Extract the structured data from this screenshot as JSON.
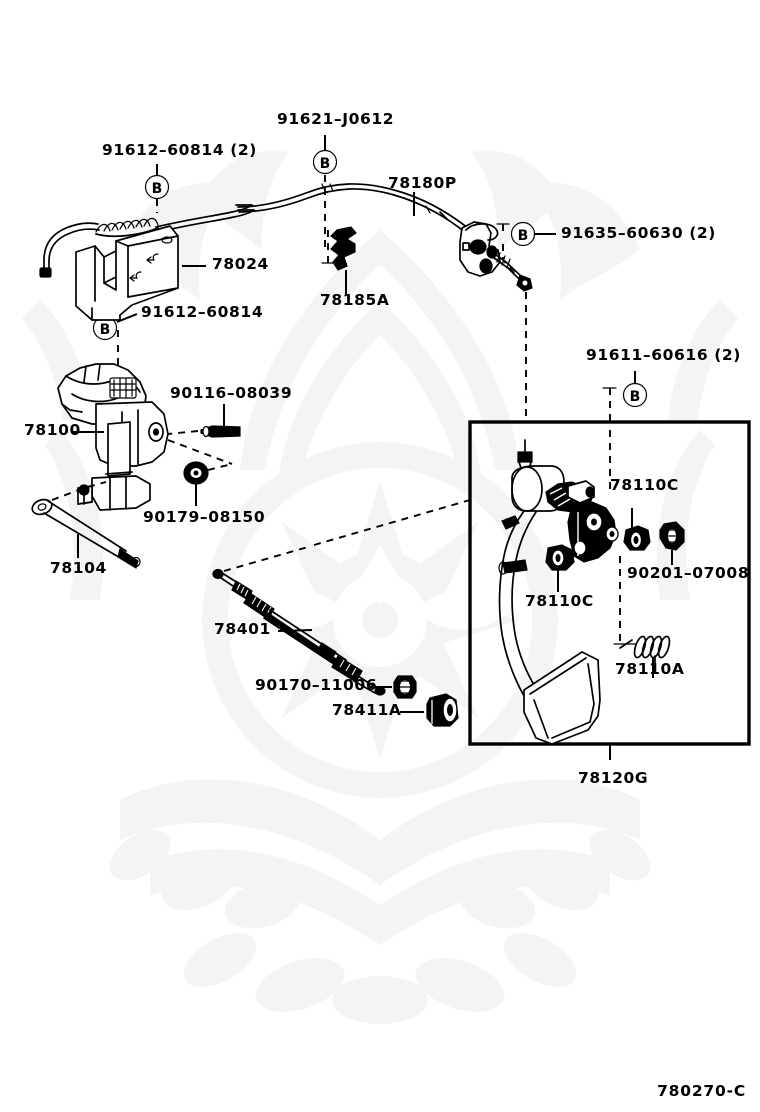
{
  "diagram": {
    "title": "Accelerator Link Parts Diagram",
    "sheet_code": "780270-C",
    "background_color": "#ffffff",
    "line_color": "#000000",
    "watermark_color": "#f4f4f4",
    "callout_marker_letter": "B"
  },
  "labels": {
    "l_91612_60814_2": "91612–60814 (2)",
    "l_91621_J0612": "91621–J0612",
    "l_78180P": "78180P",
    "l_91635_60630_2": "91635–60630 (2)",
    "l_78024": "78024",
    "l_91612_60814": "91612–60814",
    "l_78185A": "78185A",
    "l_91611_60616_2": "91611–60616 (2)",
    "l_78100": "78100",
    "l_90116_08039": "90116–08039",
    "l_90179_08150": "90179–08150",
    "l_78104": "78104",
    "l_78401": "78401",
    "l_90170_11006": "90170–11006",
    "l_78411A": "78411A",
    "l_78110C_upper": "78110C",
    "l_78110C_lower": "78110C",
    "l_90201_07008": "90201–07008",
    "l_78110A": "78110A",
    "l_78120G": "78120G"
  },
  "parts": [
    {
      "number": "91612-60814 (2)",
      "name": "bolt-cable-clamp-upper",
      "callout": "B"
    },
    {
      "number": "91621-J0612",
      "name": "bolt-cable-bracket",
      "callout": "B"
    },
    {
      "number": "78180P",
      "name": "accelerator-control-cable-assembly",
      "callout": ""
    },
    {
      "number": "91635-60630 (2)",
      "name": "bolt-cable-end",
      "callout": "B"
    },
    {
      "number": "78024",
      "name": "cable-bracket",
      "callout": ""
    },
    {
      "number": "91612-60814",
      "name": "bolt-bracket-lower",
      "callout": "B"
    },
    {
      "number": "78185A",
      "name": "cable-clamp",
      "callout": ""
    },
    {
      "number": "91611-60616 (2)",
      "name": "bolt-pedal-bracket",
      "callout": "B"
    },
    {
      "number": "78100",
      "name": "accelerator-link-assembly",
      "callout": ""
    },
    {
      "number": "90116-08039",
      "name": "bolt-link",
      "callout": ""
    },
    {
      "number": "90179-08150",
      "name": "nut-link",
      "callout": ""
    },
    {
      "number": "78104",
      "name": "accelerator-link-rod",
      "callout": ""
    },
    {
      "number": "78401",
      "name": "accelerator-control-cable",
      "callout": ""
    },
    {
      "number": "90170-11006",
      "name": "nut-cable-end",
      "callout": ""
    },
    {
      "number": "78411A",
      "name": "cable-grommet",
      "callout": ""
    },
    {
      "number": "78110C",
      "name": "pedal-bushing",
      "callout": ""
    },
    {
      "number": "90201-07008",
      "name": "washer-pedal-shaft",
      "callout": ""
    },
    {
      "number": "78110A",
      "name": "pedal-return-spring",
      "callout": ""
    },
    {
      "number": "78120G",
      "name": "accelerator-pedal-assembly",
      "callout": ""
    }
  ]
}
